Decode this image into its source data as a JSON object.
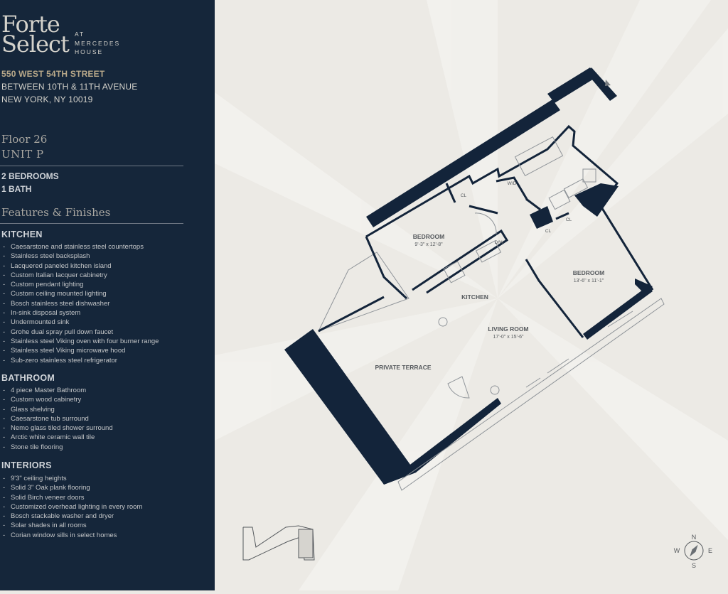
{
  "brand": {
    "name_line1": "Forte",
    "name_line2": "Select",
    "sub_line1": "AT",
    "sub_line2": "MERCEDES",
    "sub_line3": "HOUSE"
  },
  "address": {
    "line1": "550 WEST 54TH STREET",
    "line2": "BETWEEN 10TH & 11TH AVENUE",
    "line3": "NEW YORK, NY 10019"
  },
  "unit": {
    "floor": "Floor 26",
    "unit": "UNIT P",
    "bedrooms": "2 BEDROOMS",
    "baths": "1 BATH"
  },
  "features_title": "Features & Finishes",
  "sections": {
    "kitchen": {
      "title": "KITCHEN",
      "items": [
        "Caesarstone and stainless steel countertops",
        "Stainless steel backsplash",
        "Lacquered paneled kitchen island",
        "Custom Italian lacquer cabinetry",
        "Custom pendant lighting",
        "Custom ceiling mounted lighting",
        "Bosch stainless steel dishwasher",
        "In-sink disposal system",
        "Undermounted sink",
        "Grohe dual spray pull down faucet",
        "Stainless steel Viking oven with four burner range",
        "Stainless steel Viking microwave hood",
        "Sub-zero stainless steel refrigerator"
      ]
    },
    "bathroom": {
      "title": "BATHROOM",
      "items": [
        "4 piece Master Bathroom",
        "Custom wood cabinetry",
        "Glass shelving",
        "Caesarstone tub surround",
        "Nemo glass tiled shower surround",
        "Arctic white ceramic wall tile",
        "Stone tile flooring"
      ]
    },
    "interiors": {
      "title": "INTERIORS",
      "items": [
        "9'3\" ceiling heights",
        "Solid 3\" Oak plank flooring",
        "Solid Birch veneer doors",
        "Customized overhead lighting in every room",
        "Bosch stackable washer and dryer",
        "Solar shades in all rooms",
        "Corian window sills in select homes"
      ]
    }
  },
  "dash": "-",
  "plan": {
    "bedroom1": {
      "name": "BEDROOM",
      "dims": "9'-3\" x 12'-8\""
    },
    "bedroom2": {
      "name": "BEDROOM",
      "dims": "13'-6\" x 11'-1\""
    },
    "kitchen": "KITCHEN",
    "living": {
      "name": "LIVING ROOM",
      "dims": "17'-0\" x 15'-6\""
    },
    "terrace": "PRIVATE TERRACE",
    "closet1": "CL",
    "closet2": "CL",
    "closet3": "CL",
    "wd": "W/D",
    "dw": "D/W"
  },
  "compass": {
    "n": "N",
    "s": "S",
    "e": "E",
    "w": "W"
  },
  "colors": {
    "sidebar": "#15263a",
    "walls": "#13243a",
    "background": "#eceae5",
    "accent": "#b9a98a"
  }
}
